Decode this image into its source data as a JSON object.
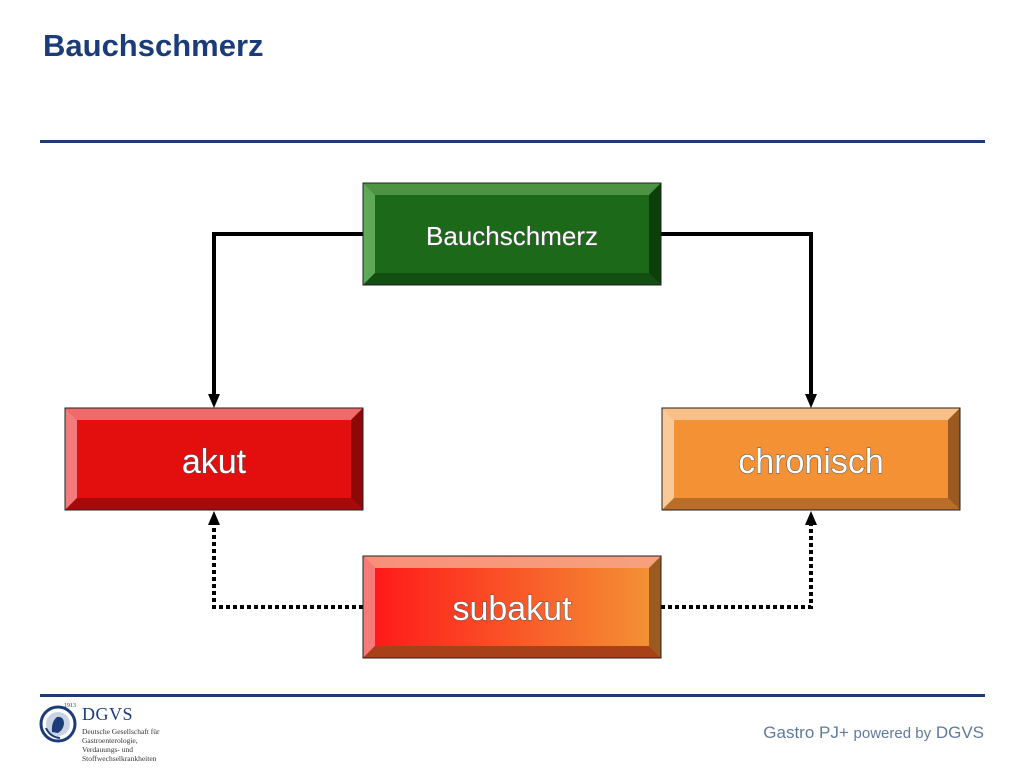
{
  "slide": {
    "title": "Bauchschmerz",
    "rule_color": "#1b3c78"
  },
  "diagram": {
    "nodes": [
      {
        "id": "root",
        "label": "Bauchschmerz",
        "color": "#1f6b1c"
      },
      {
        "id": "acute",
        "label": "akut",
        "color": "#e40f0f"
      },
      {
        "id": "chronic",
        "label": "chronisch",
        "color": "#f39134"
      },
      {
        "id": "subacute",
        "label": "subakut",
        "color_from": "#ff1a1a",
        "color_to": "#f39134"
      }
    ],
    "edges": [
      {
        "from": "root",
        "to": "acute",
        "style": "solid"
      },
      {
        "from": "root",
        "to": "chronic",
        "style": "solid"
      },
      {
        "from": "subacute",
        "to": "acute",
        "style": "dotted"
      },
      {
        "from": "subacute",
        "to": "chronic",
        "style": "dotted"
      }
    ]
  },
  "footer": {
    "logo": {
      "abbreviation": "DGVS",
      "year": "1913",
      "name_lines": [
        "Deutsche Gesellschaft für",
        "Gastroenterologie,",
        "Verdauungs- und",
        "Stoffwechselkrankheiten"
      ]
    },
    "credit": {
      "prefix": "Gastro PJ+",
      "middle": "powered by",
      "suffix": "DGVS"
    }
  }
}
